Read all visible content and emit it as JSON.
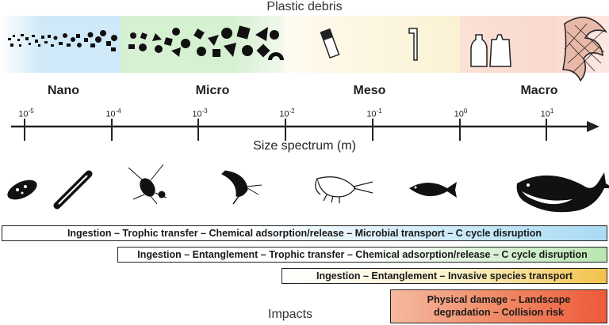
{
  "top_title": "Plastic debris",
  "categories": [
    "Nano",
    "Micro",
    "Meso",
    "Macro"
  ],
  "ticks": [
    {
      "base": "10",
      "exp": "-5"
    },
    {
      "base": "10",
      "exp": "-4"
    },
    {
      "base": "10",
      "exp": "-3"
    },
    {
      "base": "10",
      "exp": "-2"
    },
    {
      "base": "10",
      "exp": "-1"
    },
    {
      "base": "10",
      "exp": "0"
    },
    {
      "base": "10",
      "exp": "1"
    }
  ],
  "axis_title": "Size spectrum (m)",
  "impacts": [
    "Ingestion – Trophic transfer – Chemical adsorption/release – Microbial transport – C cycle disruption",
    "Ingestion – Entanglement – Trophic transfer – Chemical adsorption/release – C cycle disruption",
    "Ingestion – Entanglement – Invasive species transport"
  ],
  "impact_last_line1": "Physical damage – Landscape",
  "impact_last_line2": "degradation – Collision risk",
  "impacts_title": "Impacts",
  "colors": {
    "nano": "#cfe9f8",
    "micro": "#d6f1d2",
    "meso": "#fbf2d3",
    "macro": "#f9d9cf",
    "impact1_end": "#a9dbf4",
    "impact2_end": "#b9e6b2",
    "impact3_end": "#f2c24a",
    "impact4_start": "#f4a688",
    "impact4_end": "#ee5a3a"
  },
  "organisms": [
    "bacterium-icon",
    "diatom-icon",
    "copepod-icon",
    "krill-icon",
    "shrimp-icon",
    "fish-icon",
    "whale-icon"
  ]
}
